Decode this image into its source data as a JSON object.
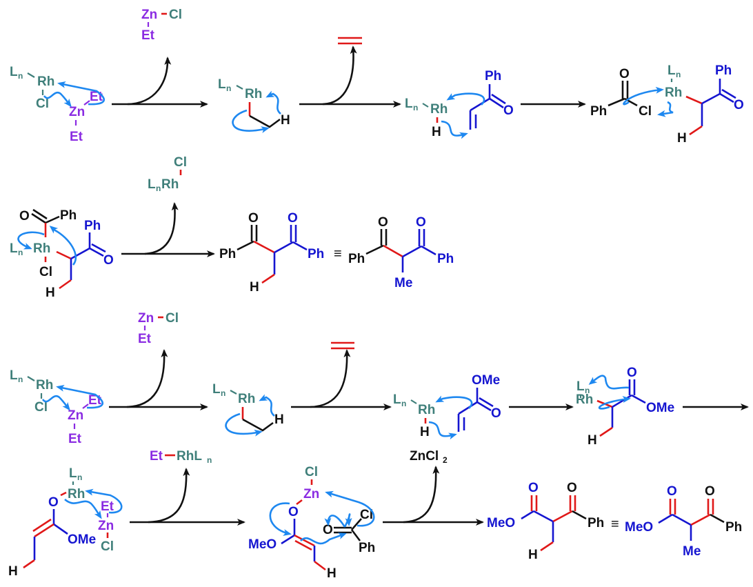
{
  "scheme": {
    "colors": {
      "rhodium": "#3f7f7a",
      "zinc": "#8a2be2",
      "substrate": "#1515d0",
      "new_bond": "#e01818",
      "curly_arrow": "#1e88f0",
      "reagent": "#111111"
    },
    "labels": {
      "Rh": "Rh",
      "Ln": "L",
      "n": "n",
      "Cl": "Cl",
      "Zn": "Zn",
      "Et": "Et",
      "H": "H",
      "O": "O",
      "Ph": "Ph",
      "Me": "Me",
      "OMe": "OMe",
      "MeO": "MeO",
      "ZnCl2": "ZnCl",
      "two": "2",
      "LnRh": "L",
      "RhLn": "RhL",
      "equiv": "≡",
      "ZnCl_byproduct": "Zn",
      "EtRh": "Et"
    },
    "row1": {
      "byproduct_1": "EtZnCl",
      "byproduct_2": "ethylene",
      "product": "2-methyl-1,3-diphenylpropane-1,3-dione"
    },
    "row2": {
      "byproduct_1": "LnRhCl"
    },
    "row3": {
      "byproduct_1": "EtZnCl",
      "byproduct_2": "ethylene"
    },
    "row4": {
      "byproduct_1": "Et-RhLn",
      "byproduct_2": "ZnCl2",
      "product": "methyl 2-methyl-3-oxo-3-phenylpropanoate"
    }
  }
}
